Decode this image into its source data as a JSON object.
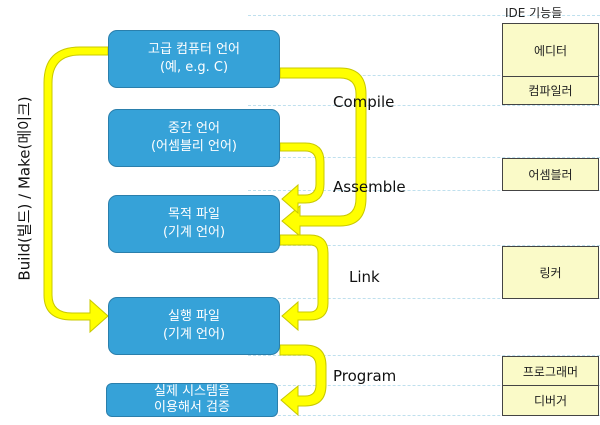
{
  "diagram": {
    "side_label": "Build(빌드) / Make(메이크)",
    "nodes": [
      {
        "line1": "고급 컴퓨터 언어",
        "line2": "(예, e.g. C)"
      },
      {
        "line1": "중간 언어",
        "line2": "(어셈블리 언어)"
      },
      {
        "line1": "목적 파일",
        "line2": "(기계 언어)"
      },
      {
        "line1": "실행 파일",
        "line2": "(기계 언어)"
      },
      {
        "line1": "실제 시스템을",
        "line2": "이용해서 검증"
      }
    ],
    "steps": [
      "Compile",
      "Assemble",
      "Link",
      "Program"
    ],
    "ide": {
      "title": "IDE 기능들",
      "tools": [
        "에디터",
        "컴파일러",
        "어셈블러",
        "링커",
        "프로그래머",
        "디버거"
      ]
    },
    "colors": {
      "node": "#36a2d8",
      "arrow": "#ffff00",
      "ide_box": "#fafac8"
    }
  }
}
